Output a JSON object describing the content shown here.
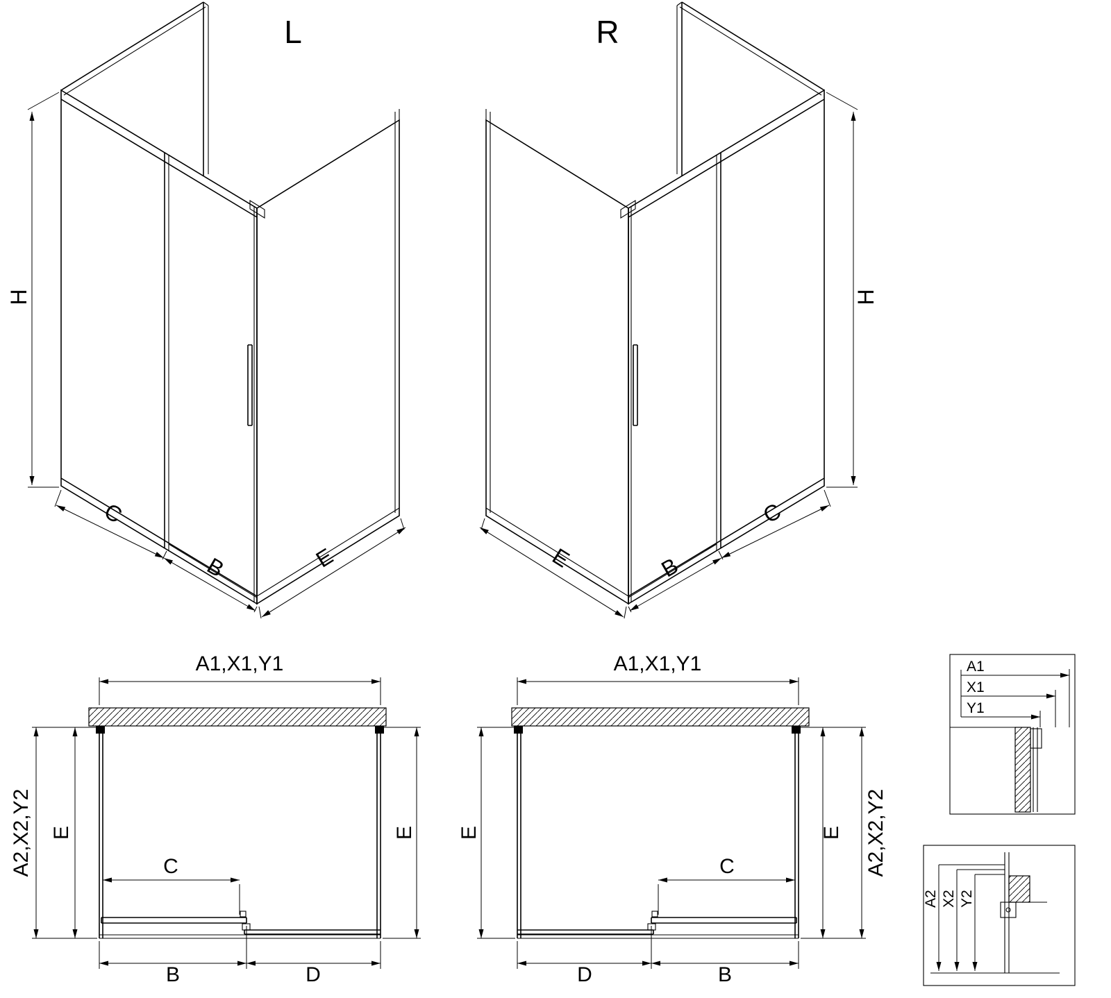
{
  "iso_left": {
    "label": "L",
    "dim_h": "H",
    "dim_c": "C",
    "dim_b": "B",
    "dim_e": "E"
  },
  "iso_right": {
    "label": "R",
    "dim_h": "H",
    "dim_e": "E",
    "dim_b": "B",
    "dim_c": "C"
  },
  "plan_left": {
    "dim_top": "A1,X1,Y1",
    "dim_outer": "A2,X2,Y2",
    "dim_e_left": "E",
    "dim_e_right": "E",
    "dim_c": "C",
    "dim_b": "B",
    "dim_d": "D"
  },
  "plan_right": {
    "dim_top": "A1,X1,Y1",
    "dim_outer": "A2,X2,Y2",
    "dim_e_left": "E",
    "dim_e_right": "E",
    "dim_c": "C",
    "dim_d": "D",
    "dim_b": "B"
  },
  "detail_top": {
    "dim_a1": "A1",
    "dim_x1": "X1",
    "dim_y1": "Y1"
  },
  "detail_bottom": {
    "dim_a2": "A2",
    "dim_x2": "X2",
    "dim_y2": "Y2"
  },
  "colors": {
    "line": "#000000",
    "background": "#ffffff"
  }
}
